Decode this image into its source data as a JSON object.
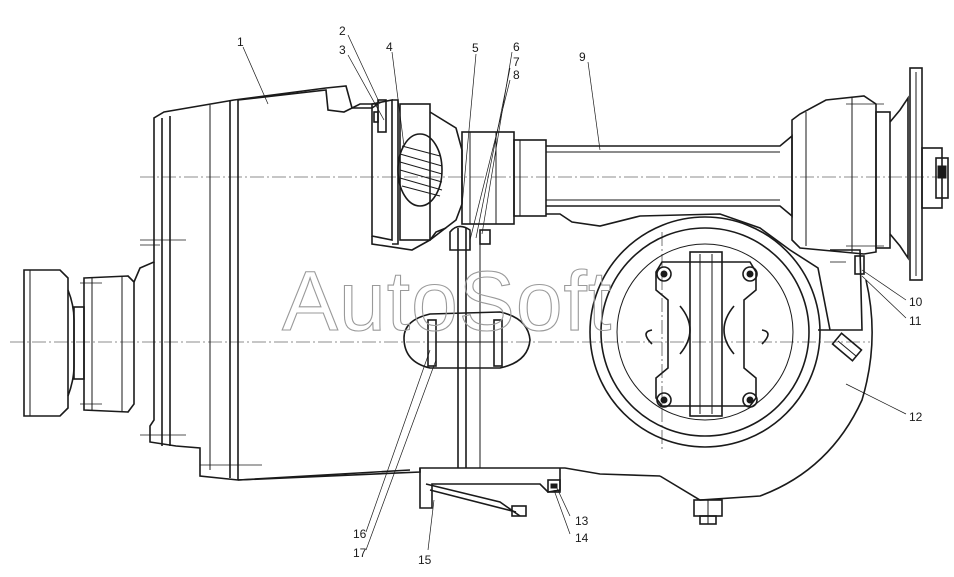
{
  "watermark": "AutoSoft",
  "callouts": {
    "c1": "1",
    "c2": "2",
    "c3": "3",
    "c4": "4",
    "c5": "5",
    "c6": "6",
    "c7": "7",
    "c8": "8",
    "c9": "9",
    "c10": "10",
    "c11": "11",
    "c12": "12",
    "c13": "13",
    "c14": "14",
    "c15": "15",
    "c16": "16",
    "c17": "17"
  }
}
